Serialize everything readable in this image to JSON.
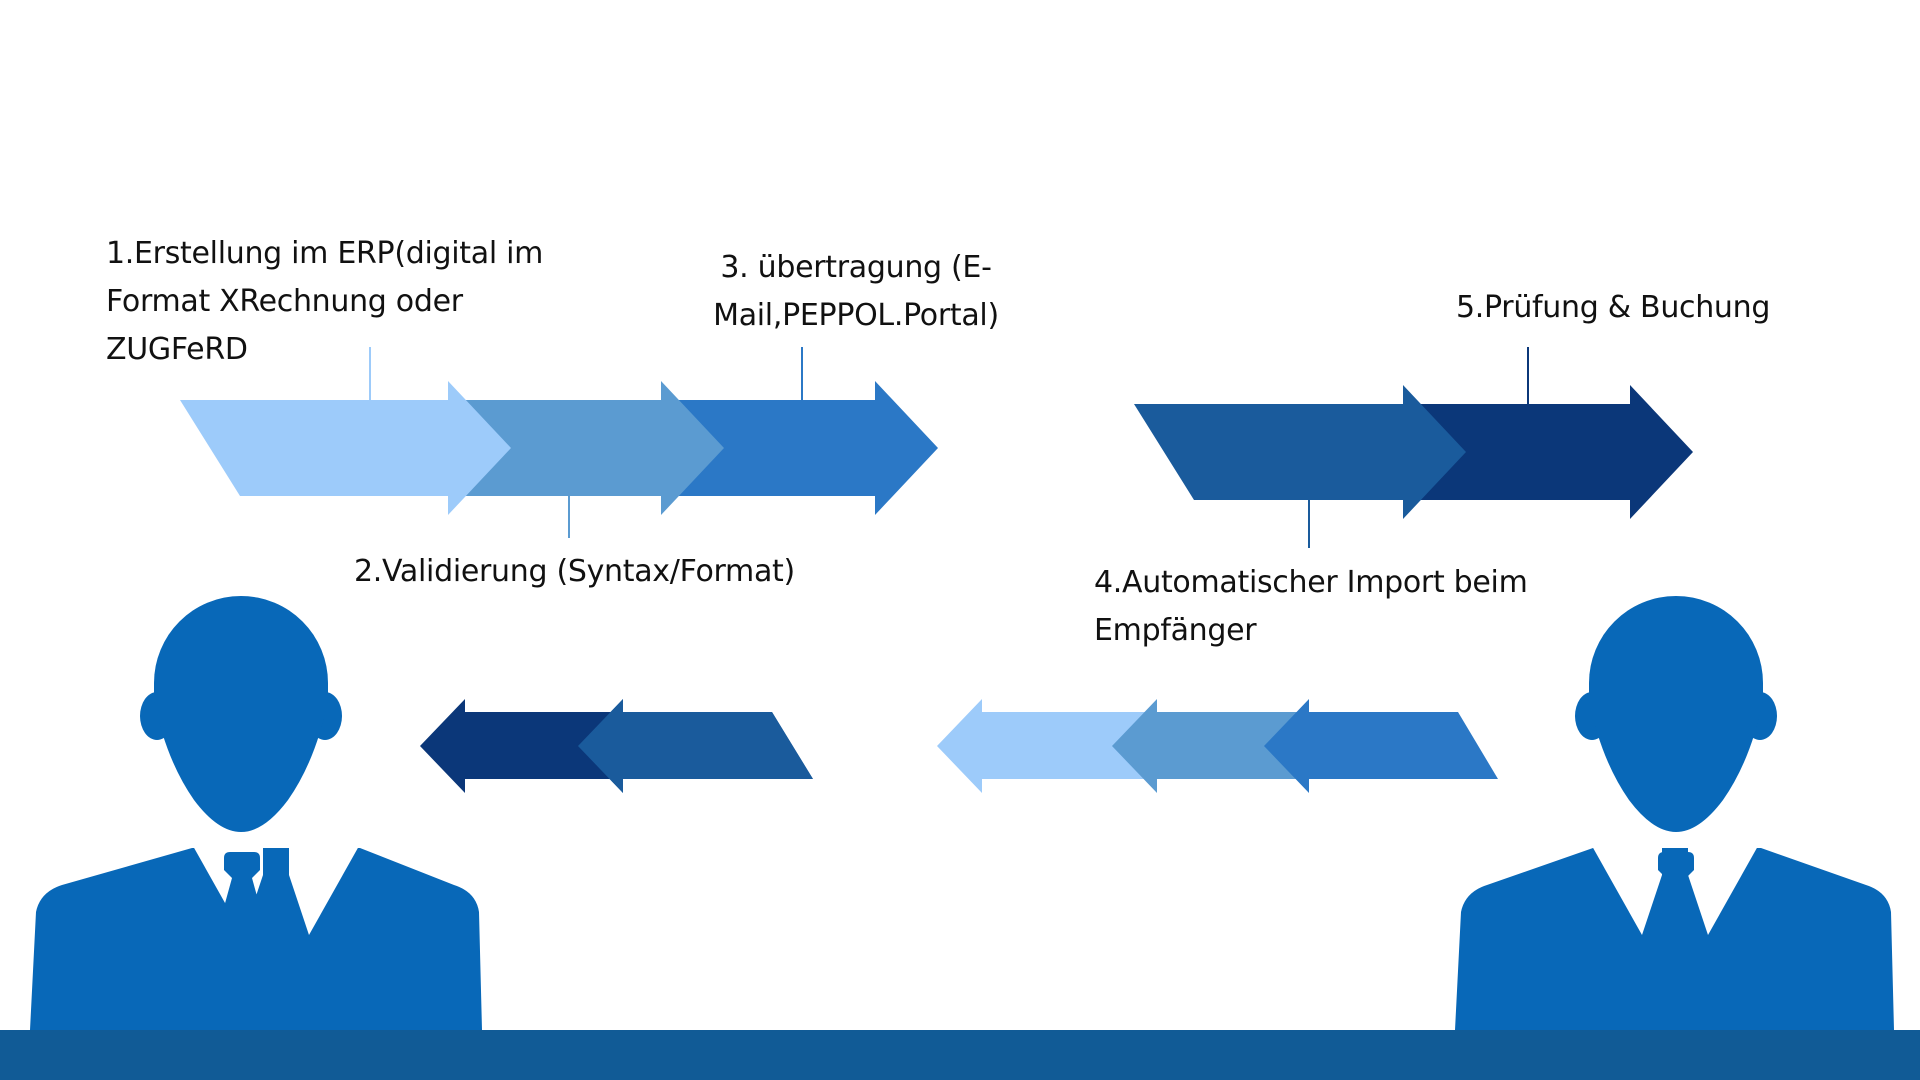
{
  "steps": {
    "step1": "1.Erstellung im ERP(digital im Format XRechnung oder ZUGFeRD",
    "step2": "2.Validierung (Syntax/Format)",
    "step3": "3. übertragung (E-Mail,PEPPOL.Portal)",
    "step4": "4.Automatischer Import beim Empfänger",
    "step5": "5.Prüfung & Buchung"
  },
  "colors": {
    "arrow_lightest": "#9dcbfa",
    "arrow_light": "#5b9bd1",
    "arrow_mid": "#2b78c6",
    "arrow_dark": "#1a5b9c",
    "arrow_darkest": "#0b3779",
    "person": "#0868b8",
    "bottom_bar": "#115b96"
  },
  "icons": [
    "person-icon",
    "person-icon",
    "arrow-right-icon",
    "arrow-left-icon"
  ]
}
